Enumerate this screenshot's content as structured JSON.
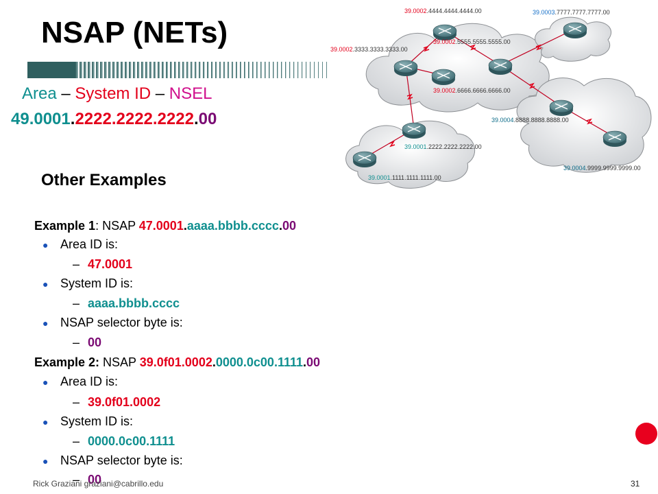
{
  "slide": {
    "title": "NSAP (NETs)",
    "breakdown": {
      "area": "Area",
      "sep1": " – ",
      "system_id": "System ID",
      "sep2": " – ",
      "nsel": "NSEL"
    },
    "nsap_example": {
      "area": "49.0001",
      "dot1": ".",
      "system_id": "2222.2222.2222",
      "dot2": ".",
      "nsel": "00"
    },
    "other_heading": "Other Examples",
    "examples": [
      {
        "label": "Example 1",
        "colon": ": NSAP ",
        "area": "47.0001",
        "dot1": ".",
        "system_id": "aaaa.bbbb.cccc",
        "dot2": ".",
        "nsel": "00",
        "bullets": {
          "area_q": "Area ID is:",
          "area_a": "47.0001",
          "sys_q": "System ID is:",
          "sys_a": "aaaa.bbbb.cccc",
          "sel_q": "NSAP selector byte is:",
          "sel_a": "00"
        }
      },
      {
        "label": "Example 2:",
        "colon": " NSAP ",
        "area": "39.0f01.0002",
        "dot1": ".",
        "system_id": "0000.0c00.1111",
        "dot2": ".",
        "nsel": "00",
        "bullets": {
          "area_q": "Area ID is:",
          "area_a": "39.0f01.0002",
          "sys_q": "System ID is:",
          "sys_a": "0000.0c00.1111",
          "sel_q": "NSAP selector byte is:",
          "sel_a": "00"
        }
      }
    ],
    "footer": {
      "author": "Rick Graziani  graziani@cabrillo.edu",
      "page": "31"
    }
  },
  "diagram": {
    "labels": [
      {
        "area": "39.0002",
        "rest": ".4444.4444.4444.00",
        "area_color": "#e3001b"
      },
      {
        "area": "39.0003",
        "rest": ".7777.7777.7777.00",
        "area_color": "#1670c8"
      },
      {
        "area": "39.0002",
        "rest": ".3333.3333.3333.00",
        "area_color": "#e3001b"
      },
      {
        "area": "39.0002",
        "rest": ".5555.5555.5555.00",
        "area_color": "#e3001b"
      },
      {
        "area": "39.0002",
        "rest": ".6666.6666.6666.00",
        "area_color": "#e3001b"
      },
      {
        "area": "39.0004",
        "rest": ".8888.8888.8888.00",
        "area_color": "#0f6e8a"
      },
      {
        "area": "39.0001",
        "rest": ".2222.2222.2222.00",
        "area_color": "#0f8f8f"
      },
      {
        "area": "39.0001",
        "rest": ".1111.1111.1111.00",
        "area_color": "#0f8f8f"
      },
      {
        "area": "39.0004",
        "rest": ".9999.9999.9999.00",
        "area_color": "#0f6e8a"
      }
    ]
  },
  "colors": {
    "area": "#e3001b",
    "system_id": "#0f8f8f",
    "nsel": "#7a0a73",
    "bullet": "#1a52b8"
  }
}
